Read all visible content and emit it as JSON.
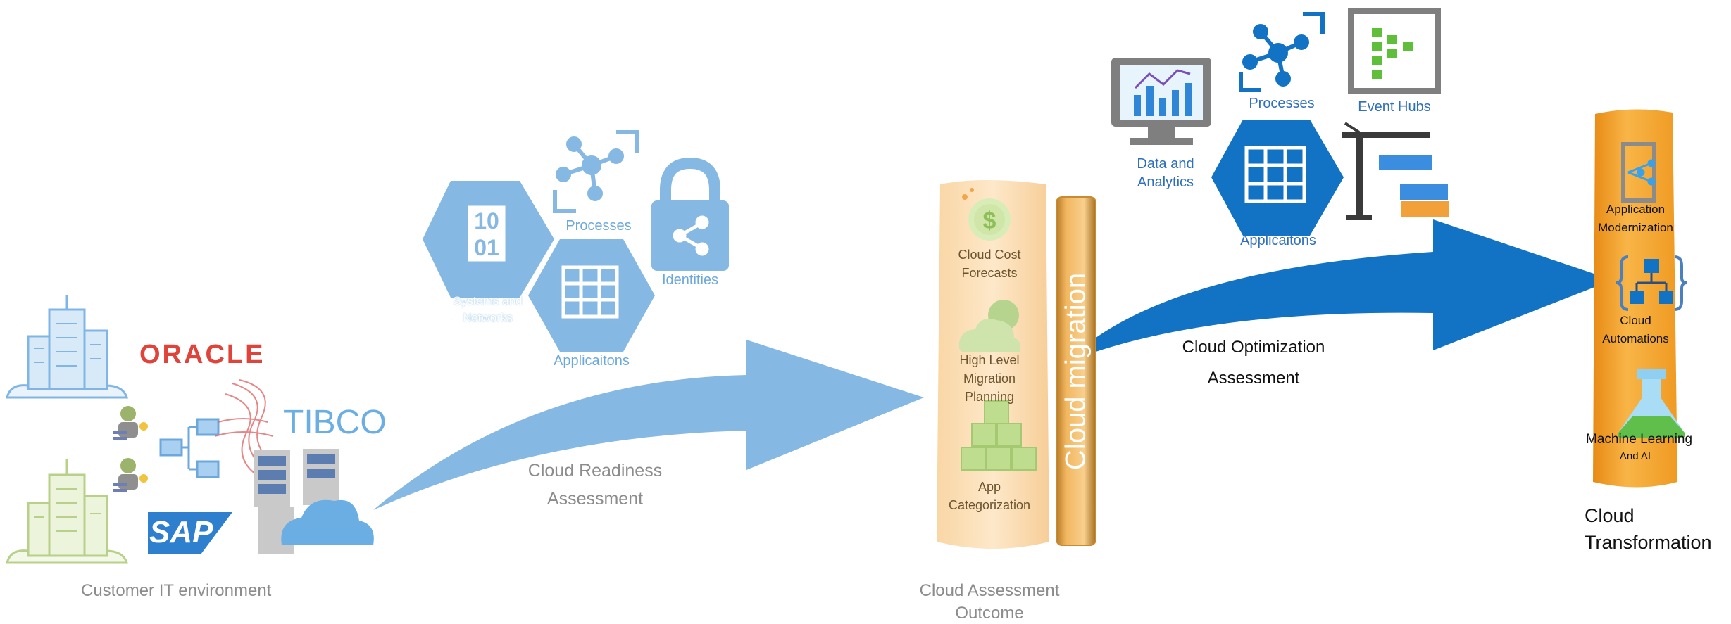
{
  "left": {
    "caption": "Customer IT environment",
    "logos": {
      "oracle": "ORACLE",
      "tibco": "TIBCO",
      "sap": "SAP"
    }
  },
  "readiness_cluster": {
    "systems_icon_text": [
      "10",
      "01"
    ],
    "systems_label": [
      "Systems and",
      "Networks"
    ],
    "processes_label": "Processes",
    "identities_label": "Identities",
    "applications_label": "Applicaitons"
  },
  "arrow1": {
    "line1": "Cloud Readiness",
    "line2": "Assessment"
  },
  "assessment_panel": {
    "items": [
      {
        "label": [
          "Cloud Cost",
          "Forecasts"
        ]
      },
      {
        "label": [
          "High Level",
          "Migration",
          "Planning"
        ]
      },
      {
        "label": [
          "App",
          "Categorization"
        ]
      }
    ],
    "caption": [
      "Cloud Assessment",
      "Outcome"
    ]
  },
  "migration_bar": {
    "label": "Cloud migration"
  },
  "optimization_cluster": {
    "data_label": [
      "Data and",
      "Analytics"
    ],
    "processes_label": "Processes",
    "event_hubs_label": "Event Hubs",
    "applications_label": "Applicaitons"
  },
  "arrow2": {
    "line1": "Cloud Optimization",
    "line2": "Assessment"
  },
  "transformation_panel": {
    "items": [
      {
        "label": [
          "Application",
          "Modernization"
        ]
      },
      {
        "label": [
          "Cloud",
          "Automations"
        ]
      },
      {
        "label": [
          "Machine Learning",
          "And AI"
        ]
      }
    ],
    "caption": [
      "Cloud",
      "Transformation"
    ]
  },
  "colors": {
    "light_blue": "#7fb3e0",
    "dark_blue": "#1272c4",
    "orange": "#f5a623",
    "pale_orange": "#fbd9a8"
  }
}
